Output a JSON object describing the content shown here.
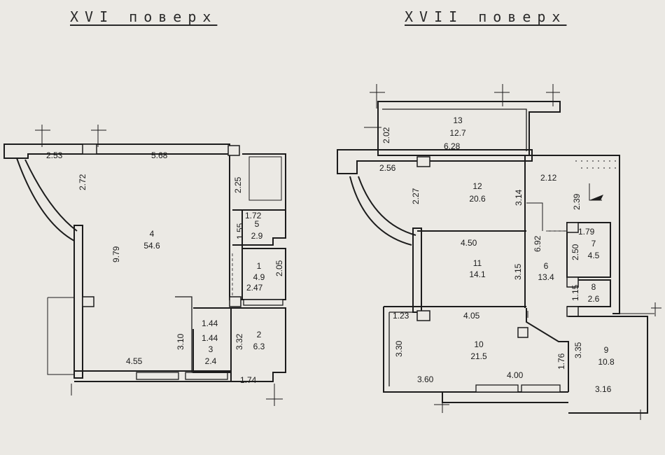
{
  "floor16": {
    "title": "XVI поверх",
    "rooms": [
      {
        "number": "4",
        "area": "54.6"
      },
      {
        "number": "5",
        "area": "2.9"
      },
      {
        "number": "1",
        "area": "4.9"
      },
      {
        "number": "3",
        "area": "2.4"
      },
      {
        "number": "2",
        "area": "6.3"
      }
    ],
    "dims": [
      "2.53",
      "5.68",
      "2.72",
      "9.79",
      "2.25",
      "1.72",
      "1.55",
      "2.05",
      "2.47",
      "3.10",
      "1.44",
      "1.44",
      "3.32",
      "4.55",
      "1.74"
    ]
  },
  "floor17": {
    "title": "XVII поверх",
    "rooms": [
      {
        "number": "13",
        "area": "12.7"
      },
      {
        "number": "12",
        "area": "20.6"
      },
      {
        "number": "11",
        "area": "14.1"
      },
      {
        "number": "6",
        "area": "13.4"
      },
      {
        "number": "7",
        "area": "4.5"
      },
      {
        "number": "8",
        "area": "2.6"
      },
      {
        "number": "10",
        "area": "21.5"
      },
      {
        "number": "9",
        "area": "10.8"
      }
    ],
    "dims": [
      "2.02",
      "6.28",
      "2.56",
      "2.27",
      "3.14",
      "2.12",
      "2.39",
      "4.50",
      "6.92",
      "1.79",
      "2.50",
      "3.15",
      "1.15",
      "1.23",
      "4.05",
      "3.30",
      "1.76",
      "3.35",
      "3.60",
      "4.00",
      "3.16"
    ]
  },
  "colors": {
    "paper": "#ebe9e4",
    "ink": "#1c1c1c"
  }
}
